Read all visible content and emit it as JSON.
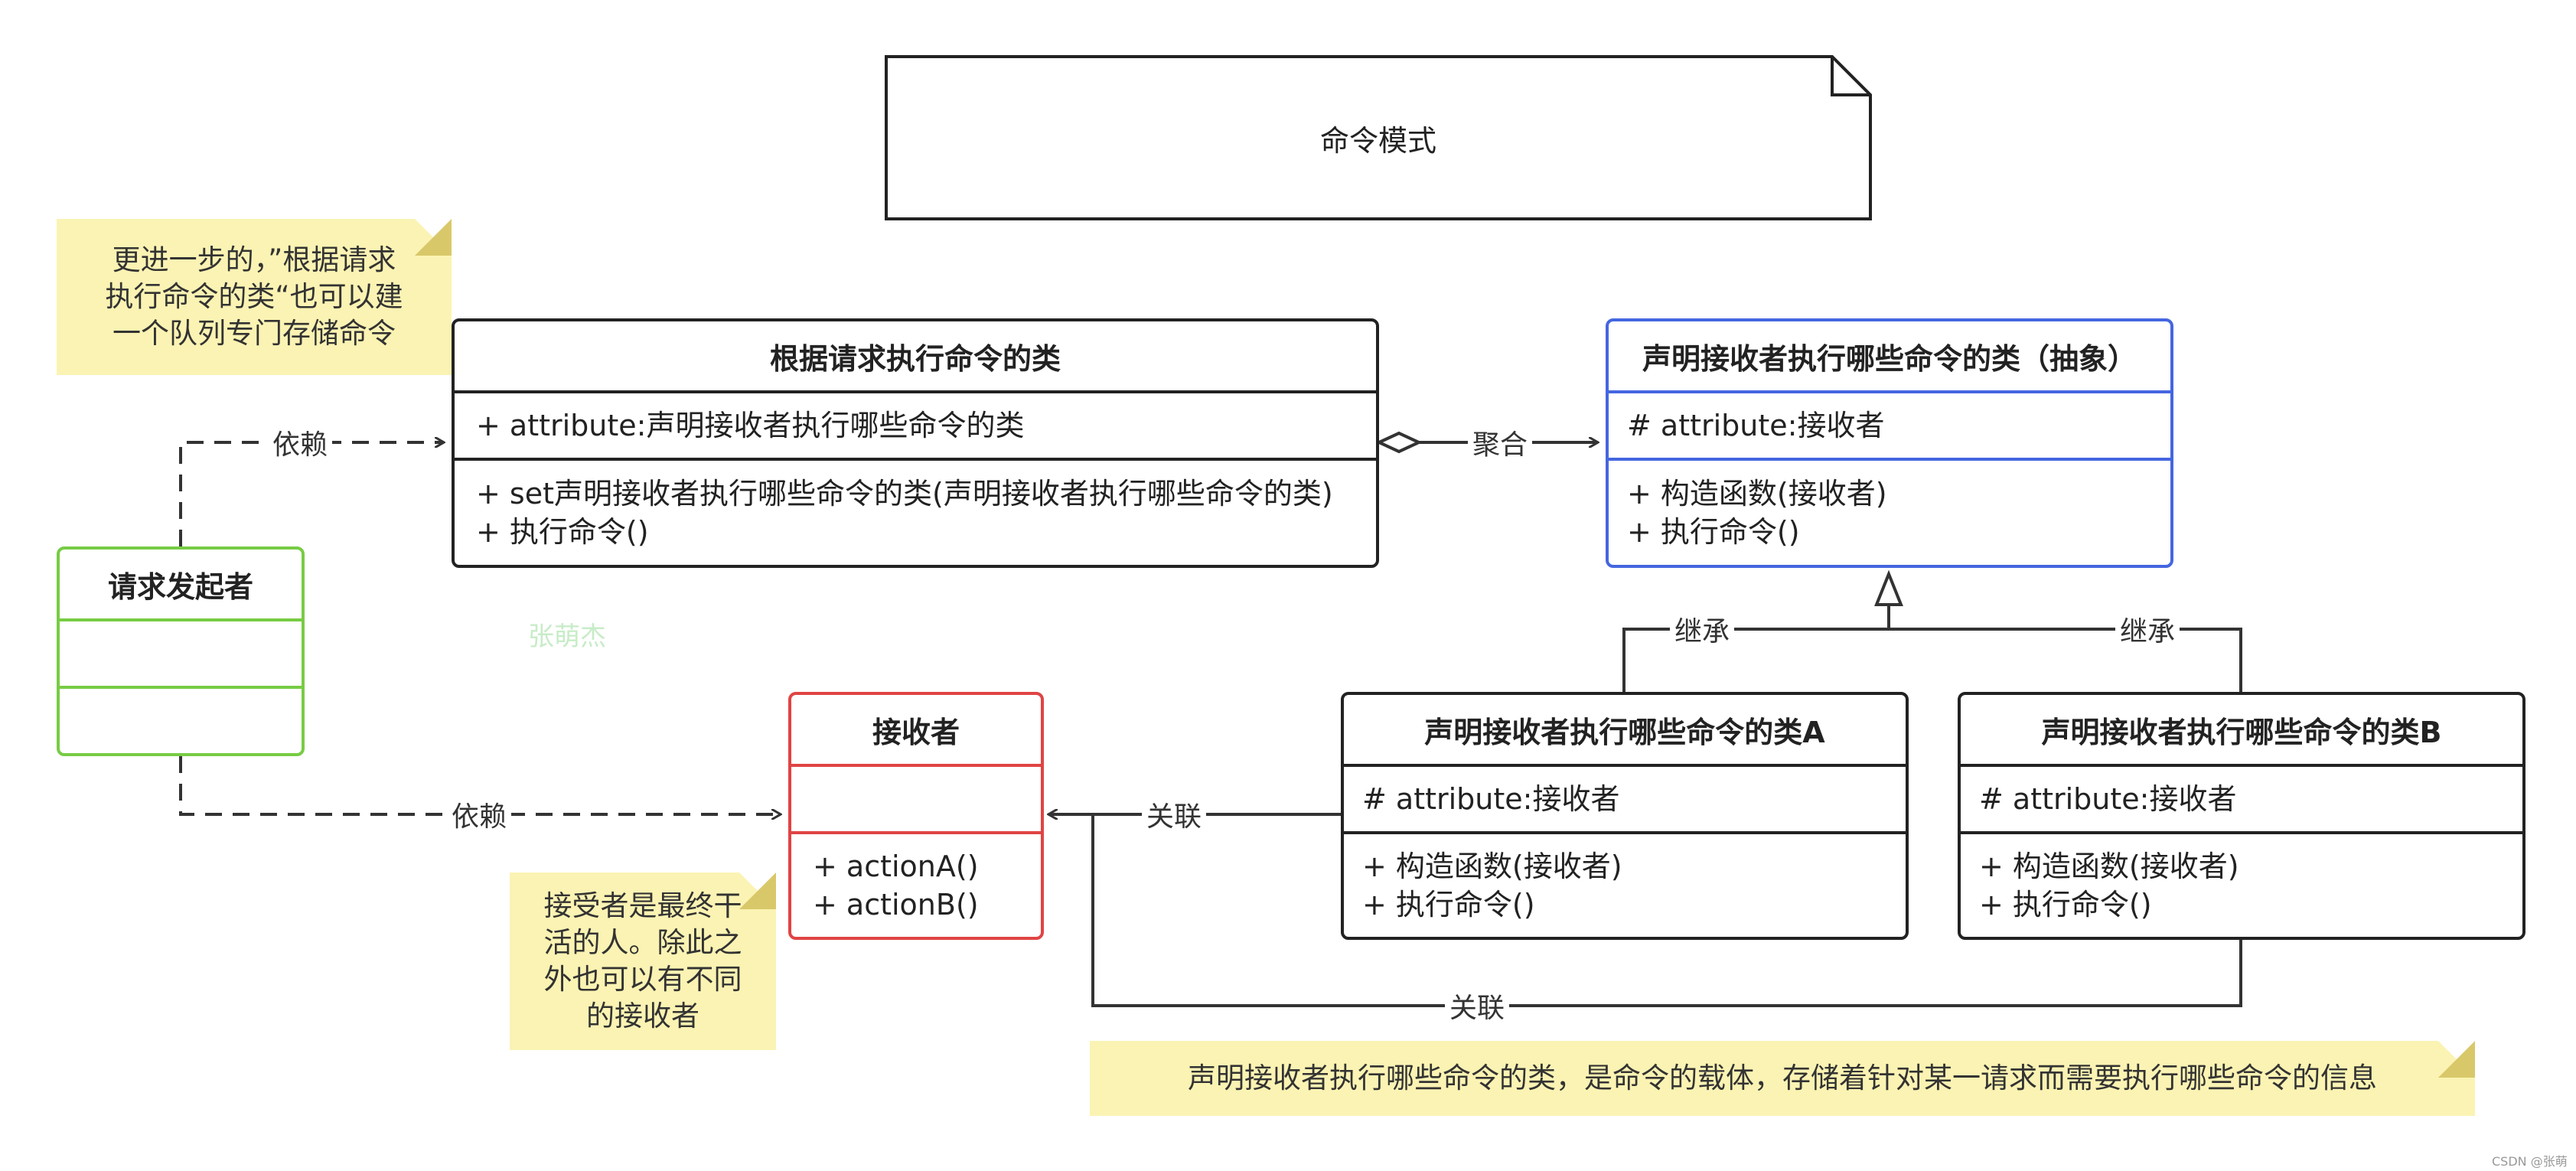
{
  "diagram": {
    "title": "命令模式",
    "classes": {
      "invoker": {
        "name": "根据请求执行命令的类",
        "attributes": [
          "+ attribute:声明接收者执行哪些命令的类"
        ],
        "methods": [
          "+ set声明接收者执行哪些命令的类(声明接收者执行哪些命令的类)",
          "+ 执行命令()"
        ]
      },
      "command": {
        "name": "声明接收者执行哪些命令的类（抽象）",
        "attributes": [
          "# attribute:接收者"
        ],
        "methods": [
          "+ 构造函数(接收者)",
          "+ 执行命令()"
        ]
      },
      "client": {
        "name": "请求发起者"
      },
      "receiver": {
        "name": "接收者",
        "methods": [
          "+ actionA()",
          "+ actionB()"
        ]
      },
      "command_a": {
        "name": "声明接收者执行哪些命令的类A",
        "attributes": [
          "# attribute:接收者"
        ],
        "methods": [
          "+ 构造函数(接收者)",
          "+ 执行命令()"
        ]
      },
      "command_b": {
        "name": "声明接收者执行哪些命令的类B",
        "attributes": [
          "# attribute:接收者"
        ],
        "methods": [
          "+ 构造函数(接收者)",
          "+ 执行命令()"
        ]
      }
    },
    "notes": {
      "queue_note": [
        "更进一步的，”根据请求",
        "执行命令的类“也可以建",
        "一个队列专门存储命令"
      ],
      "receiver_note": [
        "接受者是最终干",
        "活的人。除此之",
        "外也可以有不同",
        "的接收者"
      ],
      "command_note": "声明接收者执行哪些命令的类，是命令的载体，存储着针对某一请求而需要执行哪些命令的信息"
    },
    "edges": {
      "depend_top": "依赖",
      "depend_bottom": "依赖",
      "aggregation": "聚合",
      "inherit_left": "继承",
      "inherit_right": "继承",
      "assoc_a": "关联",
      "assoc_b": "关联"
    },
    "watermark": "张萌杰",
    "footer": "CSDN @张萌杰",
    "colors": {
      "command_border": "#4466e0",
      "client_border": "#77cc44",
      "receiver_border": "#e04444",
      "note_fill": "#fbf3b3",
      "line": "#333333"
    }
  }
}
